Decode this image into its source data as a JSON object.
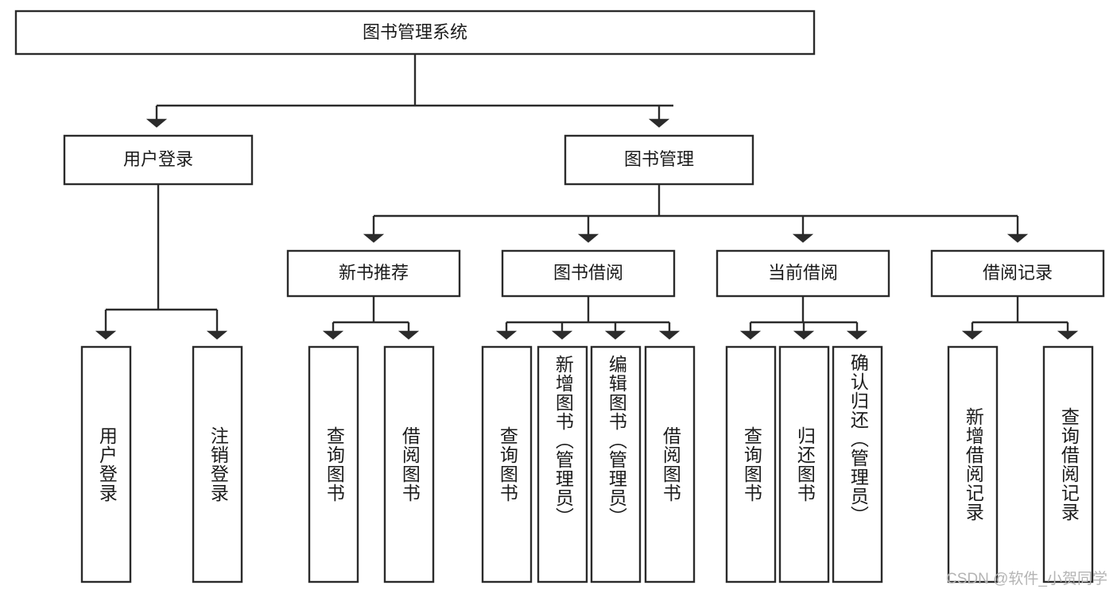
{
  "diagram": {
    "type": "tree-hierarchy-chart",
    "title": "图书管理系统",
    "watermark": "CSDN @软件_小贺同学",
    "colors": {
      "stroke": "#2b2b2b",
      "fill": "#ffffff",
      "text": "#1b1b1b",
      "watermark": "#b4b4b4"
    },
    "levels": {
      "level1": [
        {
          "id": "root",
          "label": "图书管理系统"
        }
      ],
      "level2": [
        {
          "id": "user-login",
          "label": "用户登录"
        },
        {
          "id": "book-management",
          "label": "图书管理"
        }
      ],
      "level3": [
        {
          "id": "new-book-recommend",
          "label": "新书推荐",
          "parent": "book-management"
        },
        {
          "id": "book-borrow",
          "label": "图书借阅",
          "parent": "book-management"
        },
        {
          "id": "current-borrow",
          "label": "当前借阅",
          "parent": "book-management"
        },
        {
          "id": "borrow-record",
          "label": "借阅记录",
          "parent": "book-management"
        }
      ],
      "leaves": [
        {
          "id": "leaf-user-login",
          "label": "用户登录",
          "parent": "user-login"
        },
        {
          "id": "leaf-logout-login",
          "label": "注销登录",
          "parent": "user-login"
        },
        {
          "id": "leaf-query-book-1",
          "label": "查询图书",
          "parent": "new-book-recommend"
        },
        {
          "id": "leaf-borrow-book-1",
          "label": "借阅图书",
          "parent": "new-book-recommend"
        },
        {
          "id": "leaf-query-book-2",
          "label": "查询图书",
          "parent": "book-borrow"
        },
        {
          "id": "leaf-add-book",
          "label": "新增图书（管理员）",
          "parent": "book-borrow"
        },
        {
          "id": "leaf-edit-book",
          "label": "编辑图书（管理员）",
          "parent": "book-borrow"
        },
        {
          "id": "leaf-borrow-book-2",
          "label": "借阅图书",
          "parent": "book-borrow"
        },
        {
          "id": "leaf-query-book-3",
          "label": "查询图书",
          "parent": "current-borrow"
        },
        {
          "id": "leaf-return-book",
          "label": "归还图书",
          "parent": "current-borrow"
        },
        {
          "id": "leaf-confirm-return",
          "label": "确认归还（管理员）",
          "parent": "current-borrow"
        },
        {
          "id": "leaf-add-record",
          "label": "新增借阅记录",
          "parent": "borrow-record"
        },
        {
          "id": "leaf-query-record",
          "label": "查询借阅记录",
          "parent": "borrow-record"
        }
      ]
    }
  }
}
